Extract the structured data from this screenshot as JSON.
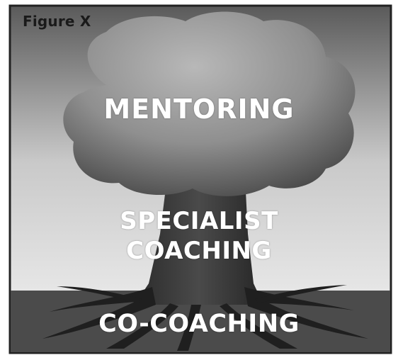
{
  "figure": {
    "label": "Figure X"
  },
  "tiers": {
    "crown": "MENTORING",
    "trunk_line1": "SPECIALIST",
    "trunk_line2": "COACHING",
    "roots": "CO-COACHING"
  }
}
